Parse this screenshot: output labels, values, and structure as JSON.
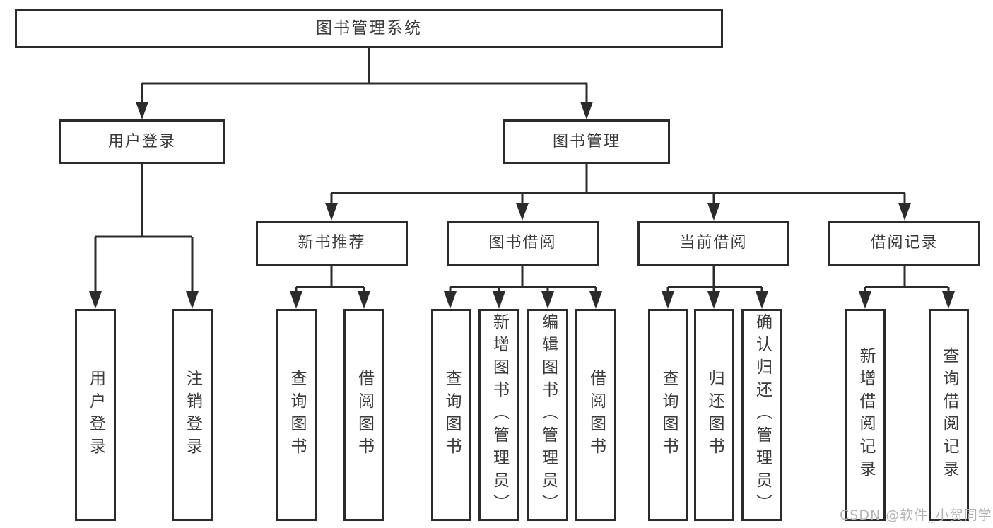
{
  "tree": {
    "label": "图书管理系统",
    "children": [
      {
        "label": "用户登录",
        "children": [
          {
            "label": "用户登录"
          },
          {
            "label": "注销登录"
          }
        ]
      },
      {
        "label": "图书管理",
        "children": [
          {
            "label": "新书推荐",
            "children": [
              {
                "label": "查询图书"
              },
              {
                "label": "借阅图书"
              }
            ]
          },
          {
            "label": "图书借阅",
            "children": [
              {
                "label": "查询图书"
              },
              {
                "label": "新增图书（管理员）"
              },
              {
                "label": "编辑图书（管理员）"
              },
              {
                "label": "借阅图书"
              }
            ]
          },
          {
            "label": "当前借阅",
            "children": [
              {
                "label": "查询图书"
              },
              {
                "label": "归还图书"
              },
              {
                "label": "确认归还（管理员）"
              }
            ]
          },
          {
            "label": "借阅记录",
            "children": [
              {
                "label": "新增借阅记录"
              },
              {
                "label": "查询借阅记录"
              }
            ]
          }
        ]
      }
    ]
  },
  "watermark": {
    "text": "CSDN @软件_小贺同学"
  },
  "colors": {
    "line": "#2b2b2b",
    "text": "#3a3a3a",
    "watermark": "#b3b3b3",
    "background": "#ffffff"
  }
}
